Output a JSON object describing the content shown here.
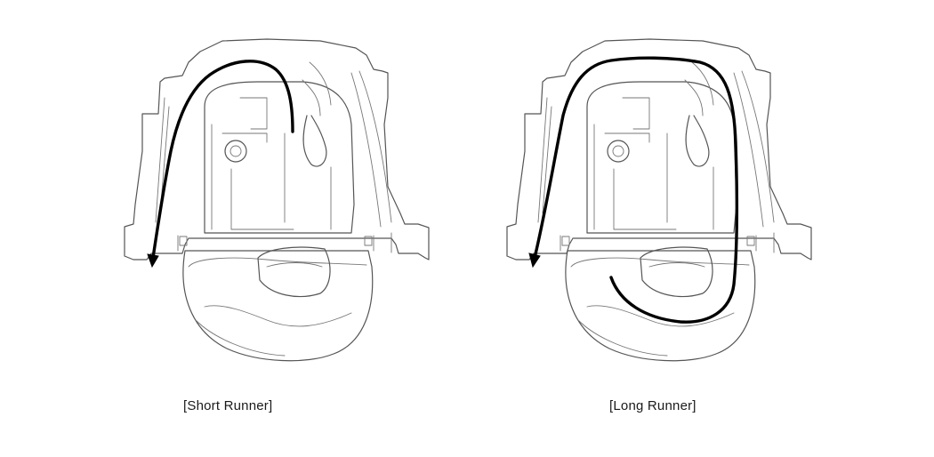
{
  "figures": [
    {
      "id": "short",
      "caption": "[Short Runner]"
    },
    {
      "id": "long",
      "caption": "[Long Runner]"
    }
  ]
}
